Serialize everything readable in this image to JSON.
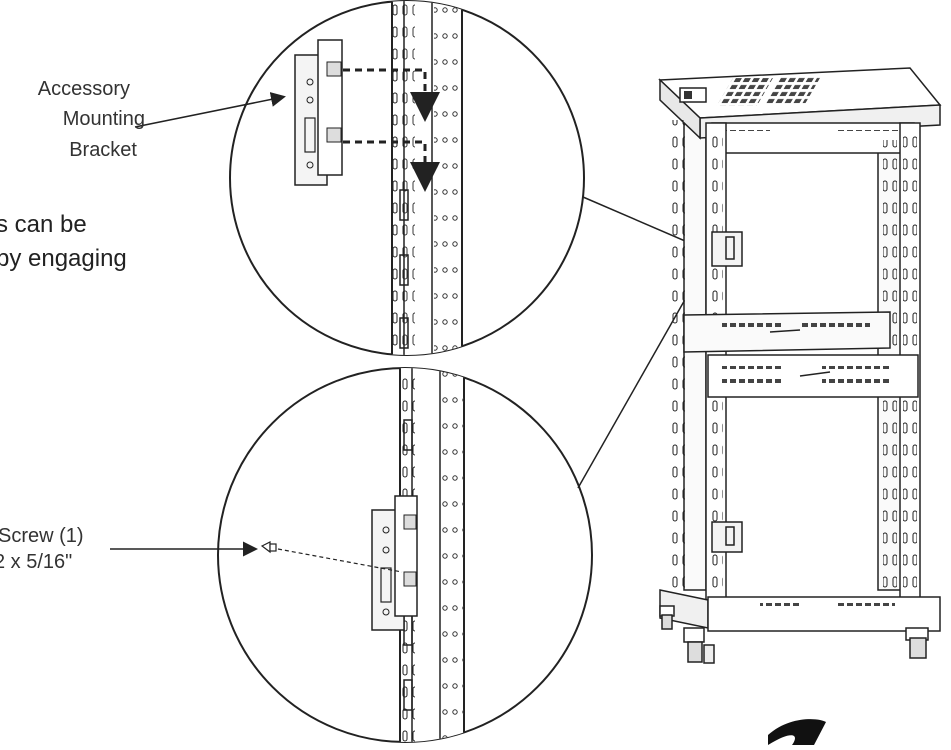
{
  "labels": {
    "accessory_line1": "Accessory",
    "accessory_line2": "Mounting",
    "accessory_line3": "Bracket",
    "body_line1": "s can be",
    "body_line2": "by engaging",
    "screw_line1": "Screw (1)",
    "screw_line2": "2 x 5/16\""
  },
  "colors": {
    "ink": "#222222",
    "fill": "#ffffff",
    "panel": "#f2f2f2"
  }
}
